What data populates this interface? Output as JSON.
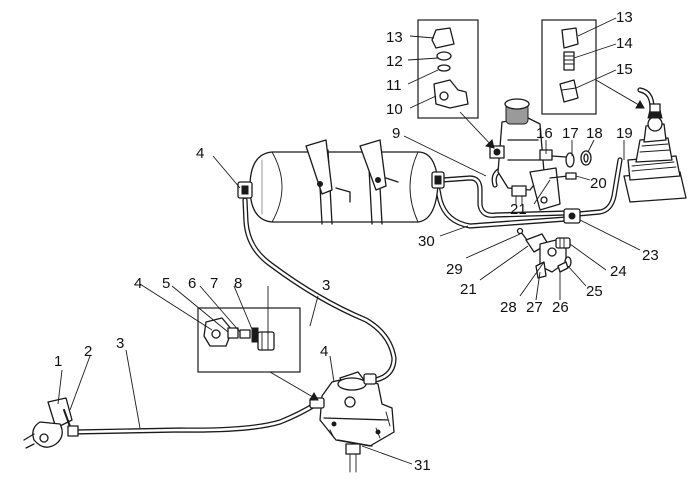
{
  "diagram": {
    "labels": {
      "l1": "1",
      "l2": "2",
      "l3a": "3",
      "l3b": "3",
      "l4a": "4",
      "l4b": "4",
      "l4c": "4",
      "l5": "5",
      "l6": "6",
      "l7": "7",
      "l8": "8",
      "l9": "9",
      "l10": "10",
      "l11": "11",
      "l12": "12",
      "l13a": "13",
      "l13b": "13",
      "l14": "14",
      "l15": "15",
      "l16": "16",
      "l17": "17",
      "l18": "18",
      "l19": "19",
      "l20": "20",
      "l21a": "21",
      "l21b": "21",
      "l23": "23",
      "l24": "24",
      "l25": "25",
      "l26": "26",
      "l27": "27",
      "l28": "28",
      "l29": "29",
      "l30": "30",
      "l31": "31"
    }
  }
}
